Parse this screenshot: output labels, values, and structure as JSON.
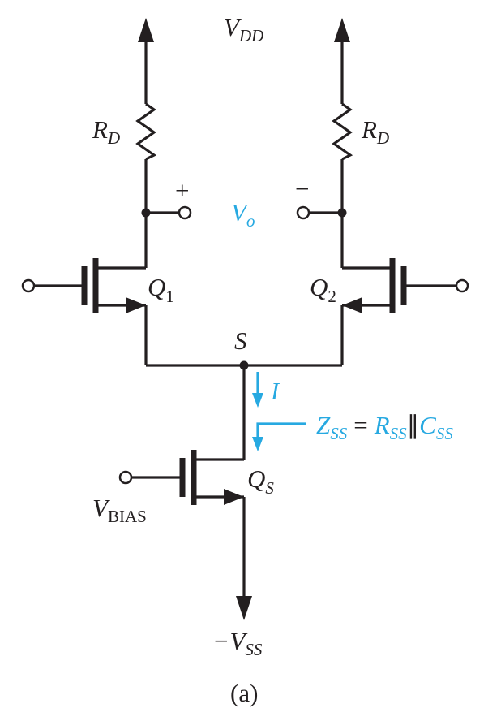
{
  "labels": {
    "vdd_main": "V",
    "vdd_sub": "DD",
    "rd_left_main": "R",
    "rd_left_sub": "D",
    "rd_right_main": "R",
    "rd_right_sub": "D",
    "plus_sign": "+",
    "minus_sign": "−",
    "vo_main": "V",
    "vo_sub": "o",
    "q1_main": "Q",
    "q1_sub": "1",
    "q2_main": "Q",
    "q2_sub": "2",
    "s_node": "S",
    "current": "I",
    "zss_main": "Z",
    "zss_sub": "SS",
    "equals": "=",
    "rss_main": "R",
    "rss_sub": "SS",
    "parallel": "∥",
    "css_main": "C",
    "css_sub": "SS",
    "qs_main": "Q",
    "qs_sub": "S",
    "vbias_main": "V",
    "vbias_sub": "BIAS",
    "vss_minus": "−",
    "vss_main": "V",
    "vss_sub": "SS",
    "caption": "(a)"
  },
  "colors": {
    "ink": "#231f20",
    "accent": "#27a9e1"
  }
}
